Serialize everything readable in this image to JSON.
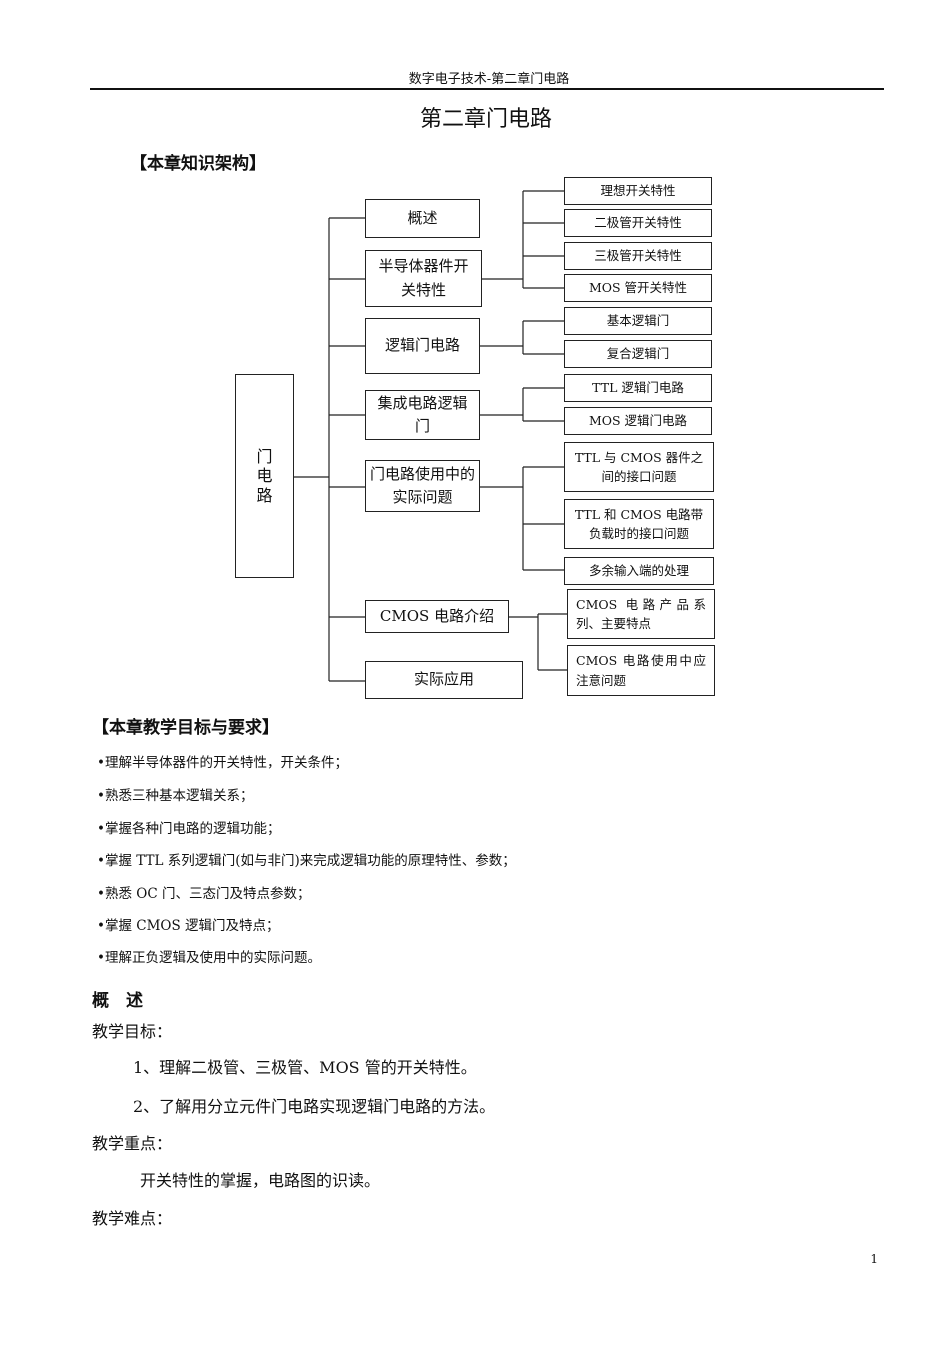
{
  "header": {
    "running_title": "数字电子技术-第二章门电路"
  },
  "title": "第二章门电路",
  "knowledge_structure": {
    "heading": "【本章知识架构】",
    "root": "门电路",
    "branches": [
      {
        "label": "概述",
        "children": []
      },
      {
        "label": "半导体器件开关特性",
        "children": [
          "理想开关特性",
          "二极管开关特性",
          "三极管开关特性",
          "MOS 管开关特性"
        ]
      },
      {
        "label": "逻辑门电路",
        "children": [
          "基本逻辑门",
          "复合逻辑门"
        ]
      },
      {
        "label": "集成电路逻辑门",
        "children": [
          "TTL 逻辑门电路",
          "MOS 逻辑门电路"
        ]
      },
      {
        "label": "门电路使用中的实际问题",
        "children": [
          "TTL 与 CMOS 器件之间的接口问题",
          "TTL 和 CMOS 电路带负载时的接口问题",
          "多余输入端的处理"
        ]
      },
      {
        "label": "CMOS 电路介绍",
        "children": [
          "CMOS 电路产品系列、主要特点",
          "CMOS 电路使用中应注意问题"
        ]
      },
      {
        "label": "实际应用",
        "children": []
      }
    ]
  },
  "objectives": {
    "heading": "【本章教学目标与要求】",
    "items": [
      "•理解半导体器件的开关特性，开关条件；",
      "•熟悉三种基本逻辑关系；",
      "•掌握各种门电路的逻辑功能；",
      "•掌握 TTL 系列逻辑门(如与非门)来完成逻辑功能的原理特性、参数；",
      "•熟悉 OC 门、三态门及特点参数；",
      "•掌握 CMOS 逻辑门及特点；",
      "•理解正负逻辑及使用中的实际问题。"
    ]
  },
  "overview": {
    "heading": "概　述",
    "goal_label": "教学目标：",
    "goals": [
      "1、理解二极管、三极管、MOS 管的开关特性。",
      "2、了解用分立元件门电路实现逻辑门电路的方法。"
    ],
    "key_label": "教学重点：",
    "key_text": "开关特性的掌握，电路图的识读。",
    "difficulty_label": "教学难点："
  },
  "page_number": "1"
}
